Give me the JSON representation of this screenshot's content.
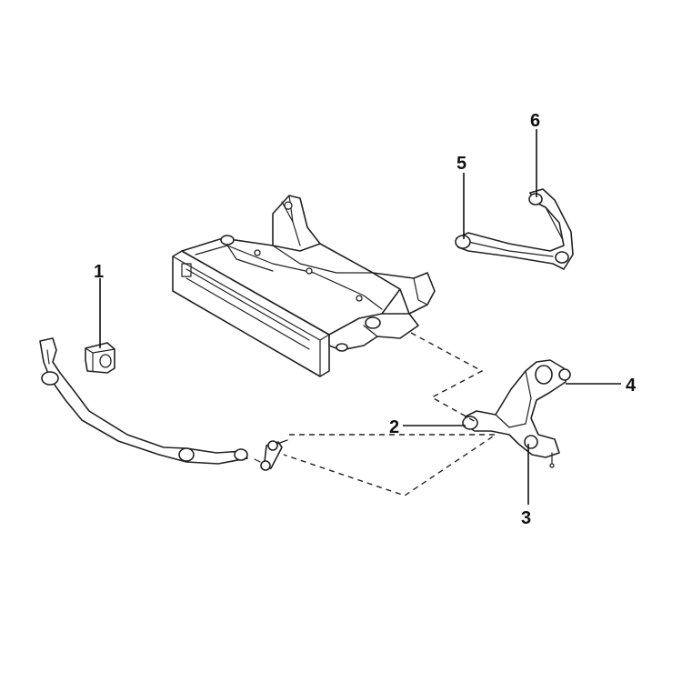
{
  "callouts": [
    {
      "id": "1",
      "label": "1"
    },
    {
      "id": "2",
      "label": "2"
    },
    {
      "id": "3",
      "label": "3"
    },
    {
      "id": "4",
      "label": "4"
    },
    {
      "id": "5",
      "label": "5"
    },
    {
      "id": "6",
      "label": "6"
    }
  ],
  "colors": {
    "background": "#ffffff",
    "line": "#222222"
  }
}
